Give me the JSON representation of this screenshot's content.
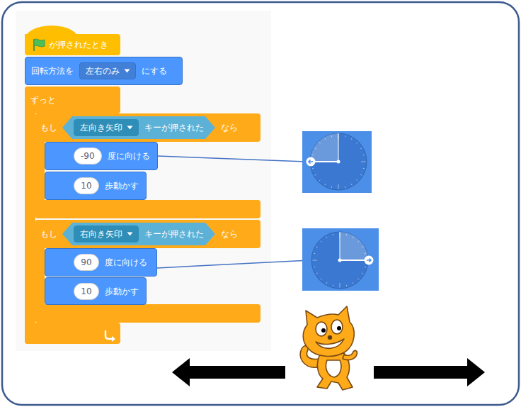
{
  "diagram": {
    "nodes": [
      {
        "text": [
          "が押されたとき"
        ]
      },
      {
        "text": [
          "回転方法を",
          "にする"
        ]
      },
      {
        "text": [
          "左右のみ"
        ],
        "in": 1
      },
      {
        "text": [
          "ずっと"
        ]
      },
      {
        "text": [
          "もし",
          "なら"
        ],
        "in": 3
      },
      {
        "text": [
          "キーが押された"
        ],
        "in": 4
      },
      {
        "text": [
          "左向き矢印"
        ],
        "in": 5
      },
      {
        "text": [
          "度に向ける"
        ],
        "in": 4
      },
      {
        "text": [
          "-90"
        ],
        "in": 7
      },
      {
        "text": [
          "歩動かす"
        ],
        "in": 4
      },
      {
        "text": [
          "10"
        ],
        "in": 9
      },
      {
        "text": [
          "もし",
          "なら"
        ],
        "in": 3
      },
      {
        "text": [
          "キーが押された"
        ],
        "in": 11
      },
      {
        "text": [
          "右向き矢印"
        ],
        "in": 12
      },
      {
        "text": [
          "度に向ける"
        ],
        "in": 11
      },
      {
        "text": [
          "90"
        ],
        "in": 14
      },
      {
        "text": [
          "歩動かす"
        ],
        "in": 11
      },
      {
        "text": [
          "10"
        ],
        "in": 16
      }
    ]
  }
}
